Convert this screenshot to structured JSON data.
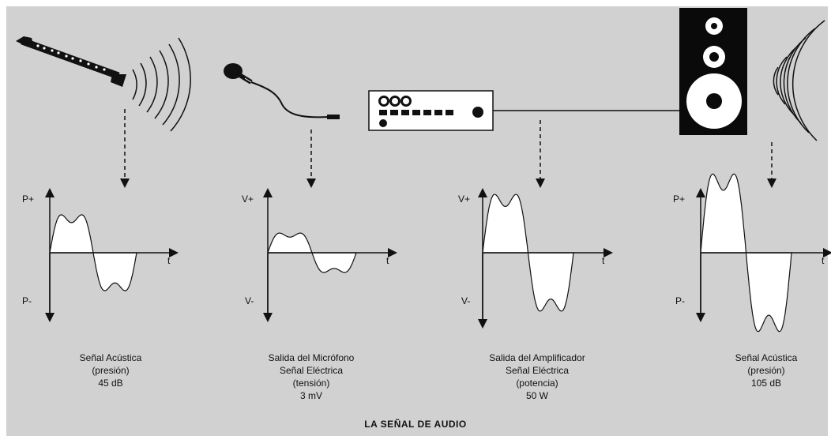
{
  "title": "LA SEÑAL DE AUDIO",
  "stages": [
    {
      "name": "clarinet",
      "caption": [
        "Señal Acústica",
        "(presión)",
        "45 dB"
      ],
      "y_top": "P+",
      "y_bottom": "P-",
      "x_axis": "t"
    },
    {
      "name": "microphone",
      "caption": [
        "Salida del Micrófono",
        "Señal Eléctrica",
        "(tensión)",
        "3 mV"
      ],
      "y_top": "V+",
      "y_bottom": "V-",
      "x_axis": "t"
    },
    {
      "name": "amplifier",
      "caption": [
        "Salida del Amplificador",
        "Señal Eléctrica",
        "(potencia)",
        "50 W"
      ],
      "y_top": "V+",
      "y_bottom": "V-",
      "x_axis": "t"
    },
    {
      "name": "speaker",
      "caption": [
        "Señal Acústica",
        "(presión)",
        "105 dB"
      ],
      "y_top": "P+",
      "y_bottom": "P-",
      "x_axis": "t"
    }
  ]
}
